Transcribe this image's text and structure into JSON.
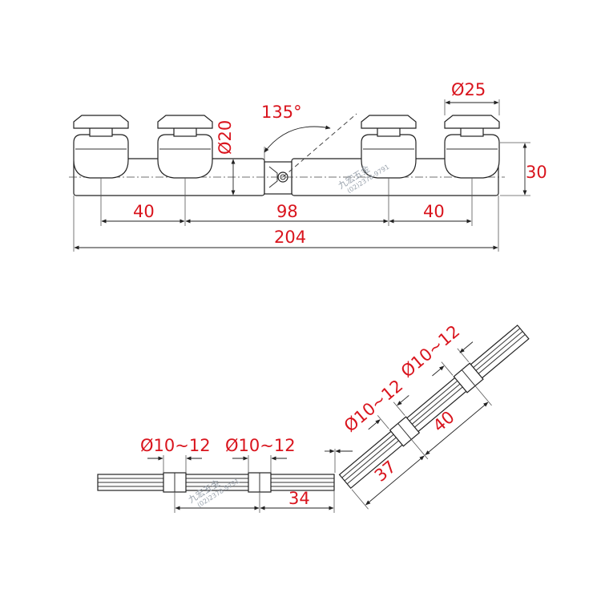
{
  "top_view": {
    "dim_diameter_cap": "Ø25",
    "dim_diameter_body": "Ø20",
    "dim_height": "30",
    "dim_angle": "135°",
    "dim_left_spacing": "40",
    "dim_center_spacing": "98",
    "dim_right_spacing": "40",
    "dim_total_length": "204"
  },
  "bottom_left_view": {
    "dim_hole_1": "Ø10~12",
    "dim_hole_2": "Ø10~12",
    "dim_end_length": "34"
  },
  "bottom_right_view": {
    "dim_hole_1": "Ø10~12",
    "dim_hole_2": "Ø10~12",
    "dim_spacing_40": "40",
    "dim_spacing_37": "37"
  },
  "watermark": {
    "name": "九宏五金",
    "phone": "(02)2378-9791"
  },
  "colors": {
    "dimension_text": "#d9141d",
    "line": "#222222",
    "watermark": "#9aa3ad"
  }
}
